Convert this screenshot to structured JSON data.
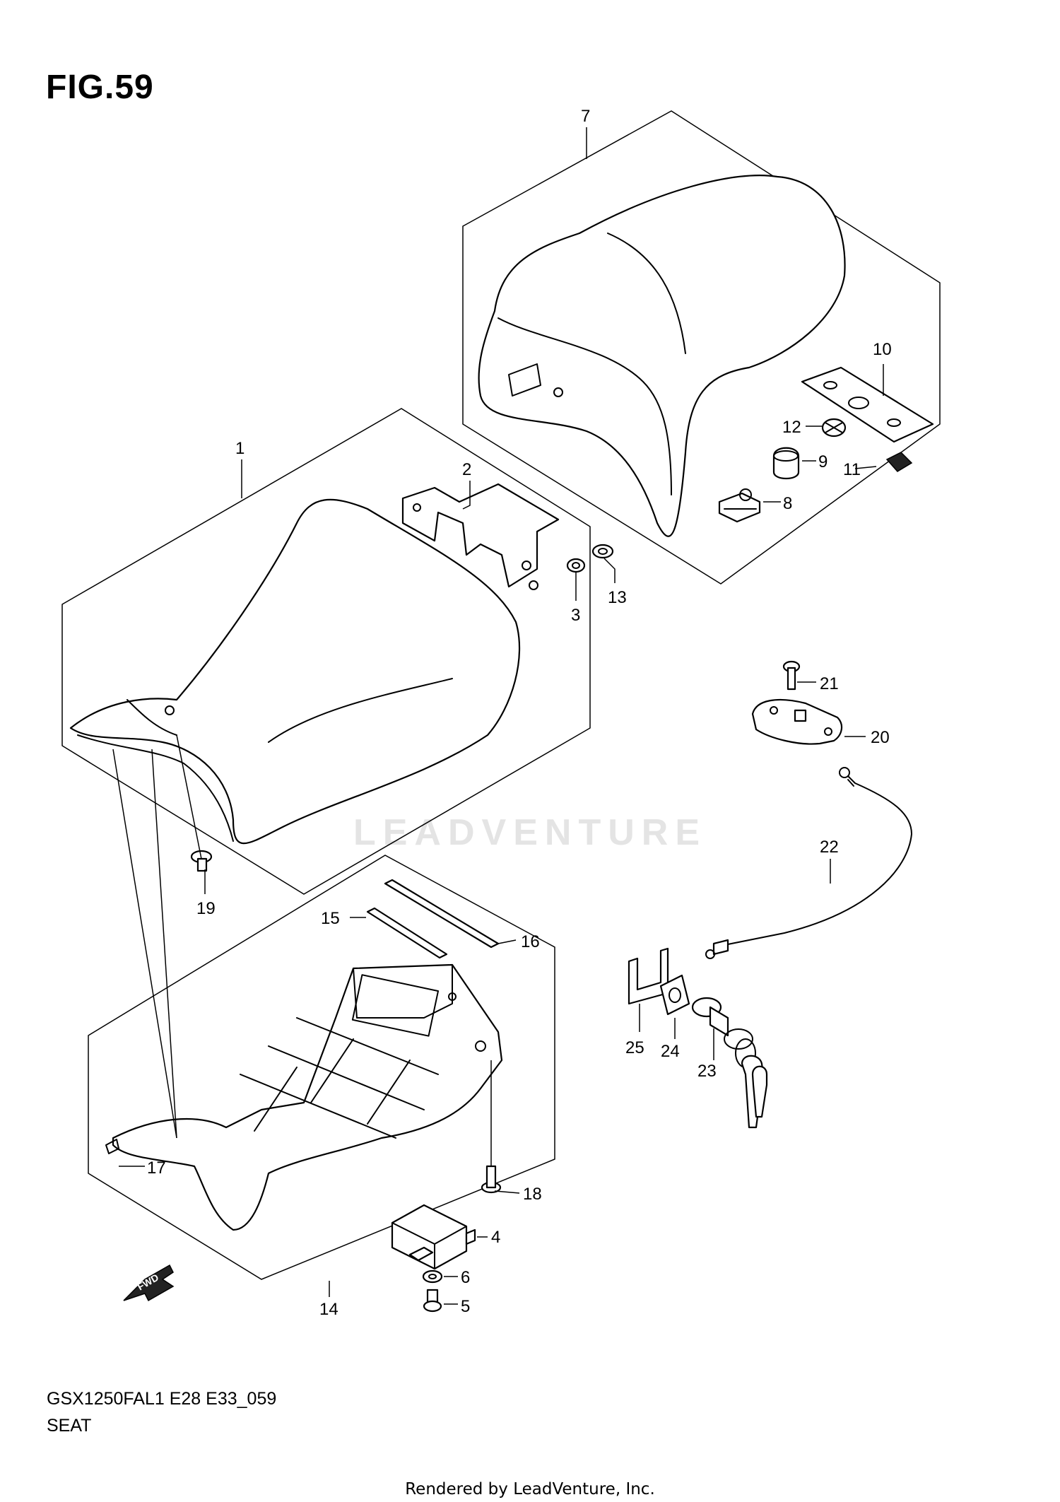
{
  "figure_title": "FIG.59",
  "model_code": "GSX1250FAL1 E28 E33_059",
  "section_name": "SEAT",
  "footer_credit": "Rendered by LeadVenture, Inc.",
  "watermark": "LEADVENTURE",
  "direction_marker": "FWD",
  "callouts": {
    "p1": "1",
    "p2": "2",
    "p3": "3",
    "p4": "4",
    "p5": "5",
    "p6": "6",
    "p7": "7",
    "p8": "8",
    "p9": "9",
    "p10": "10",
    "p11": "11",
    "p12": "12",
    "p13": "13",
    "p14": "14",
    "p15": "15",
    "p16": "16",
    "p17": "17",
    "p18": "18",
    "p19": "19",
    "p20": "20",
    "p21": "21",
    "p22": "22",
    "p23": "23",
    "p24": "24",
    "p25": "25"
  }
}
